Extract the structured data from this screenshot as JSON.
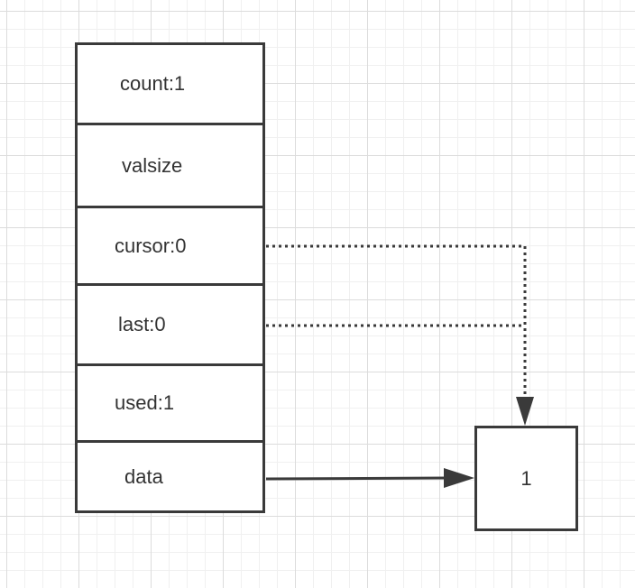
{
  "struct": {
    "fields": {
      "count": "count:1",
      "valsize": "valsize",
      "cursor": "cursor:0",
      "last": "last:0",
      "used": "used:1",
      "data": "data"
    }
  },
  "array": {
    "cells": [
      "1"
    ]
  },
  "edges": [
    {
      "from": "cursor",
      "to": "array.cells.0",
      "style": "dotted"
    },
    {
      "from": "last",
      "to": "array.cells.0",
      "style": "dotted"
    },
    {
      "from": "data",
      "to": "array.cells.0",
      "style": "solid"
    }
  ],
  "colors": {
    "stroke": "#3a3a3a",
    "text": "#333333",
    "grid": "#dcdcdc",
    "background": "#ffffff"
  }
}
